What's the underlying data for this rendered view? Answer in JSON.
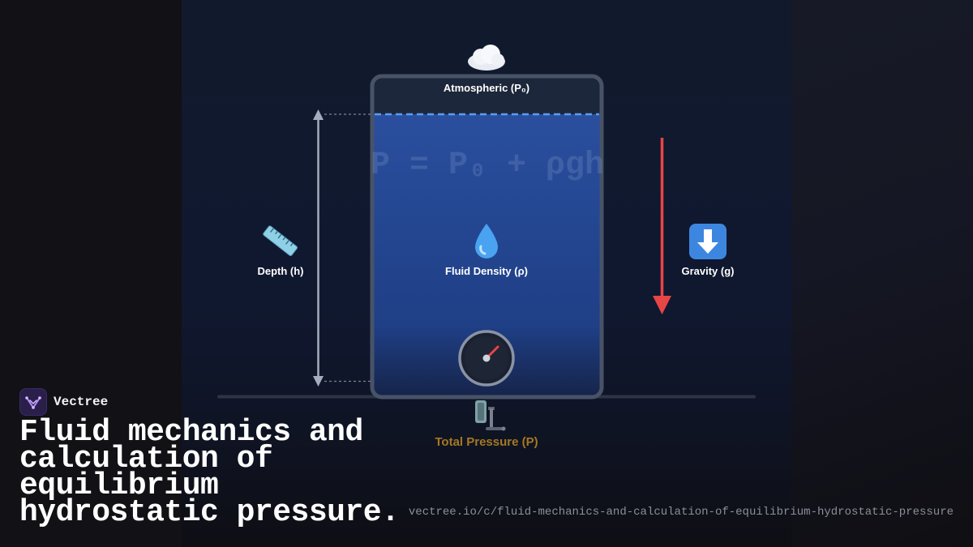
{
  "diagram": {
    "atmospheric_label": "Atmospheric (P₀)",
    "formula": "P = P₀ + ρgh",
    "depth_label": "Depth (h)",
    "density_label": "Fluid Density (ρ)",
    "gravity_label": "Gravity (g)",
    "total_pressure_label": "Total Pressure (P)",
    "icons": {
      "atmosphere": "cloud-icon",
      "depth": "ruler-icon",
      "density": "droplet-icon",
      "gravity": "down-arrow-icon",
      "gauge": "pressure-gauge-icon",
      "clamp": "clamp-icon"
    },
    "colors": {
      "fluid": "#2a4d9c",
      "surface_line": "#5b9cf0",
      "gravity_arrow": "#e84545",
      "total_pressure": "#e0a22a",
      "gauge_needle": "#e84545"
    }
  },
  "brand": {
    "name": "Vectree"
  },
  "title": "Fluid mechanics and calculation of equilibrium hydrostatic pressure.",
  "url": "vectree.io/c/fluid-mechanics-and-calculation-of-equilibrium-hydrostatic-pressure"
}
